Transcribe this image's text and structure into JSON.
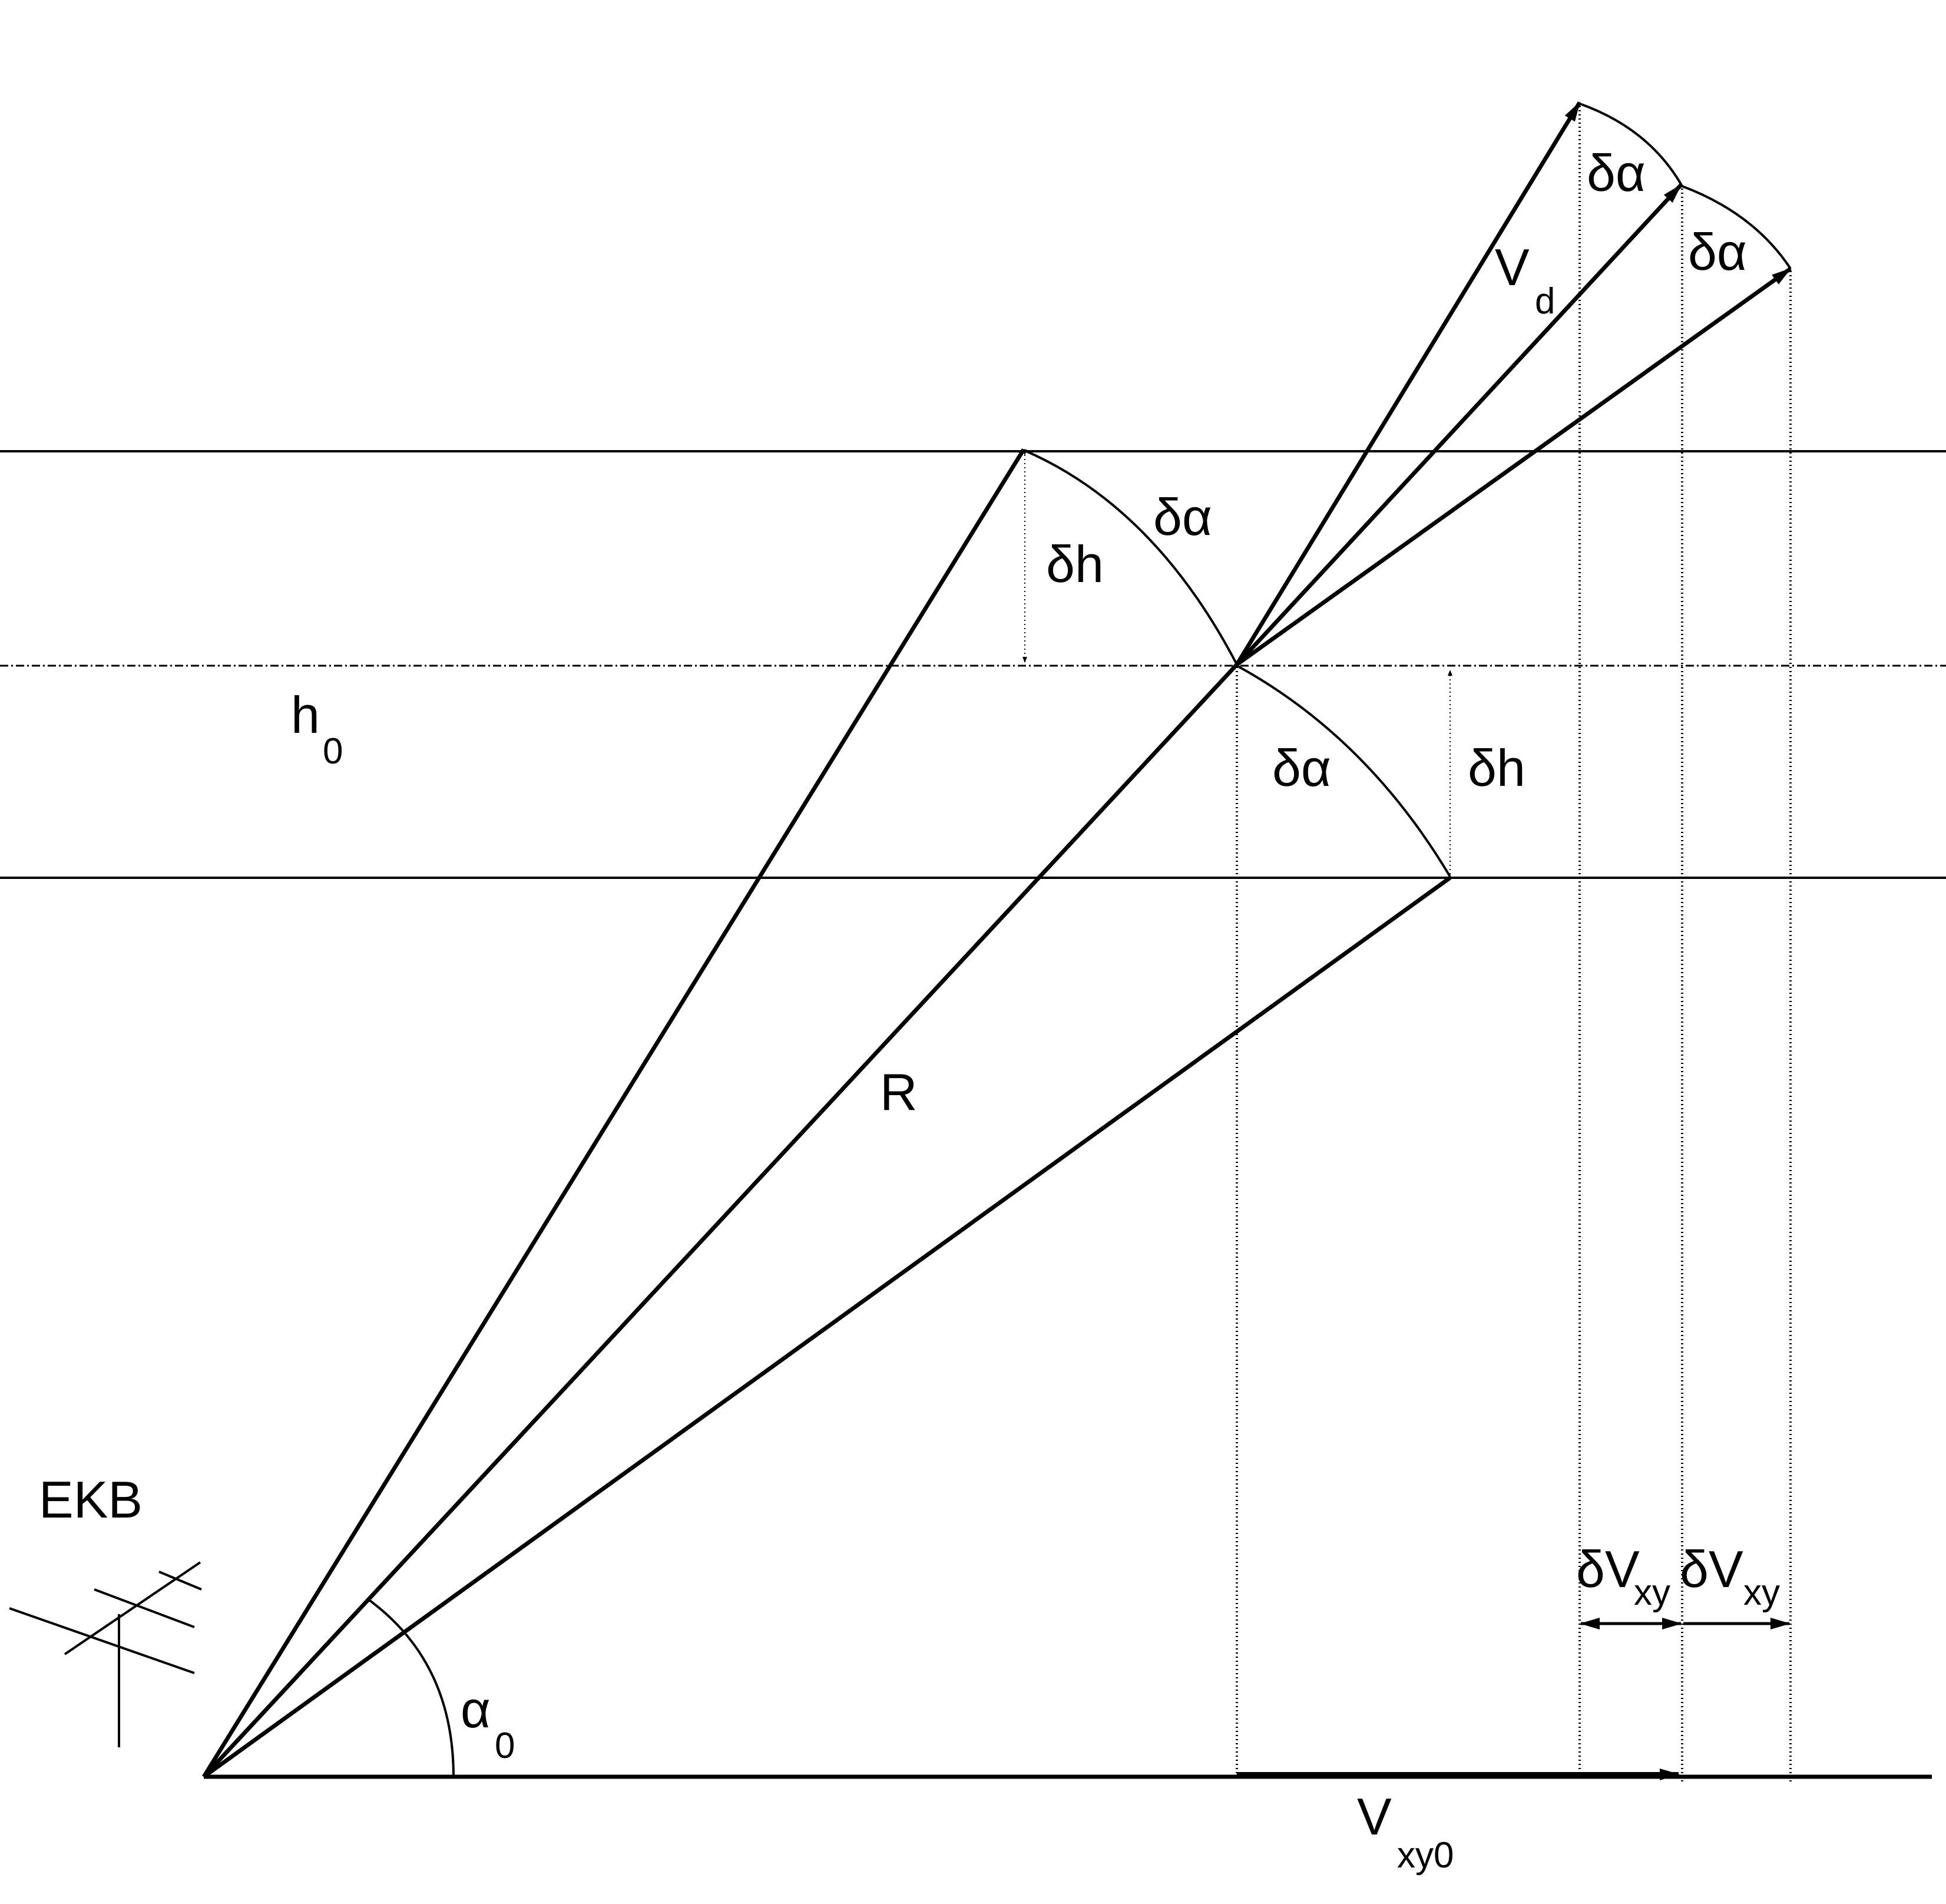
{
  "labels": {
    "delta_alpha": "δα",
    "delta_h": "δh",
    "h0_main": "h",
    "h0_sub": "0",
    "R": "R",
    "Vd_main": "V",
    "Vd_sub": "d",
    "alpha0_main": "α",
    "alpha0_sub": "0",
    "Vxy0_main": "V",
    "Vxy0_sub": "xy0",
    "dVxy_main": "δV",
    "dVxy_sub": "xy",
    "station": "EKB"
  },
  "colors": {
    "line": "#000000",
    "background": "#ffffff"
  }
}
